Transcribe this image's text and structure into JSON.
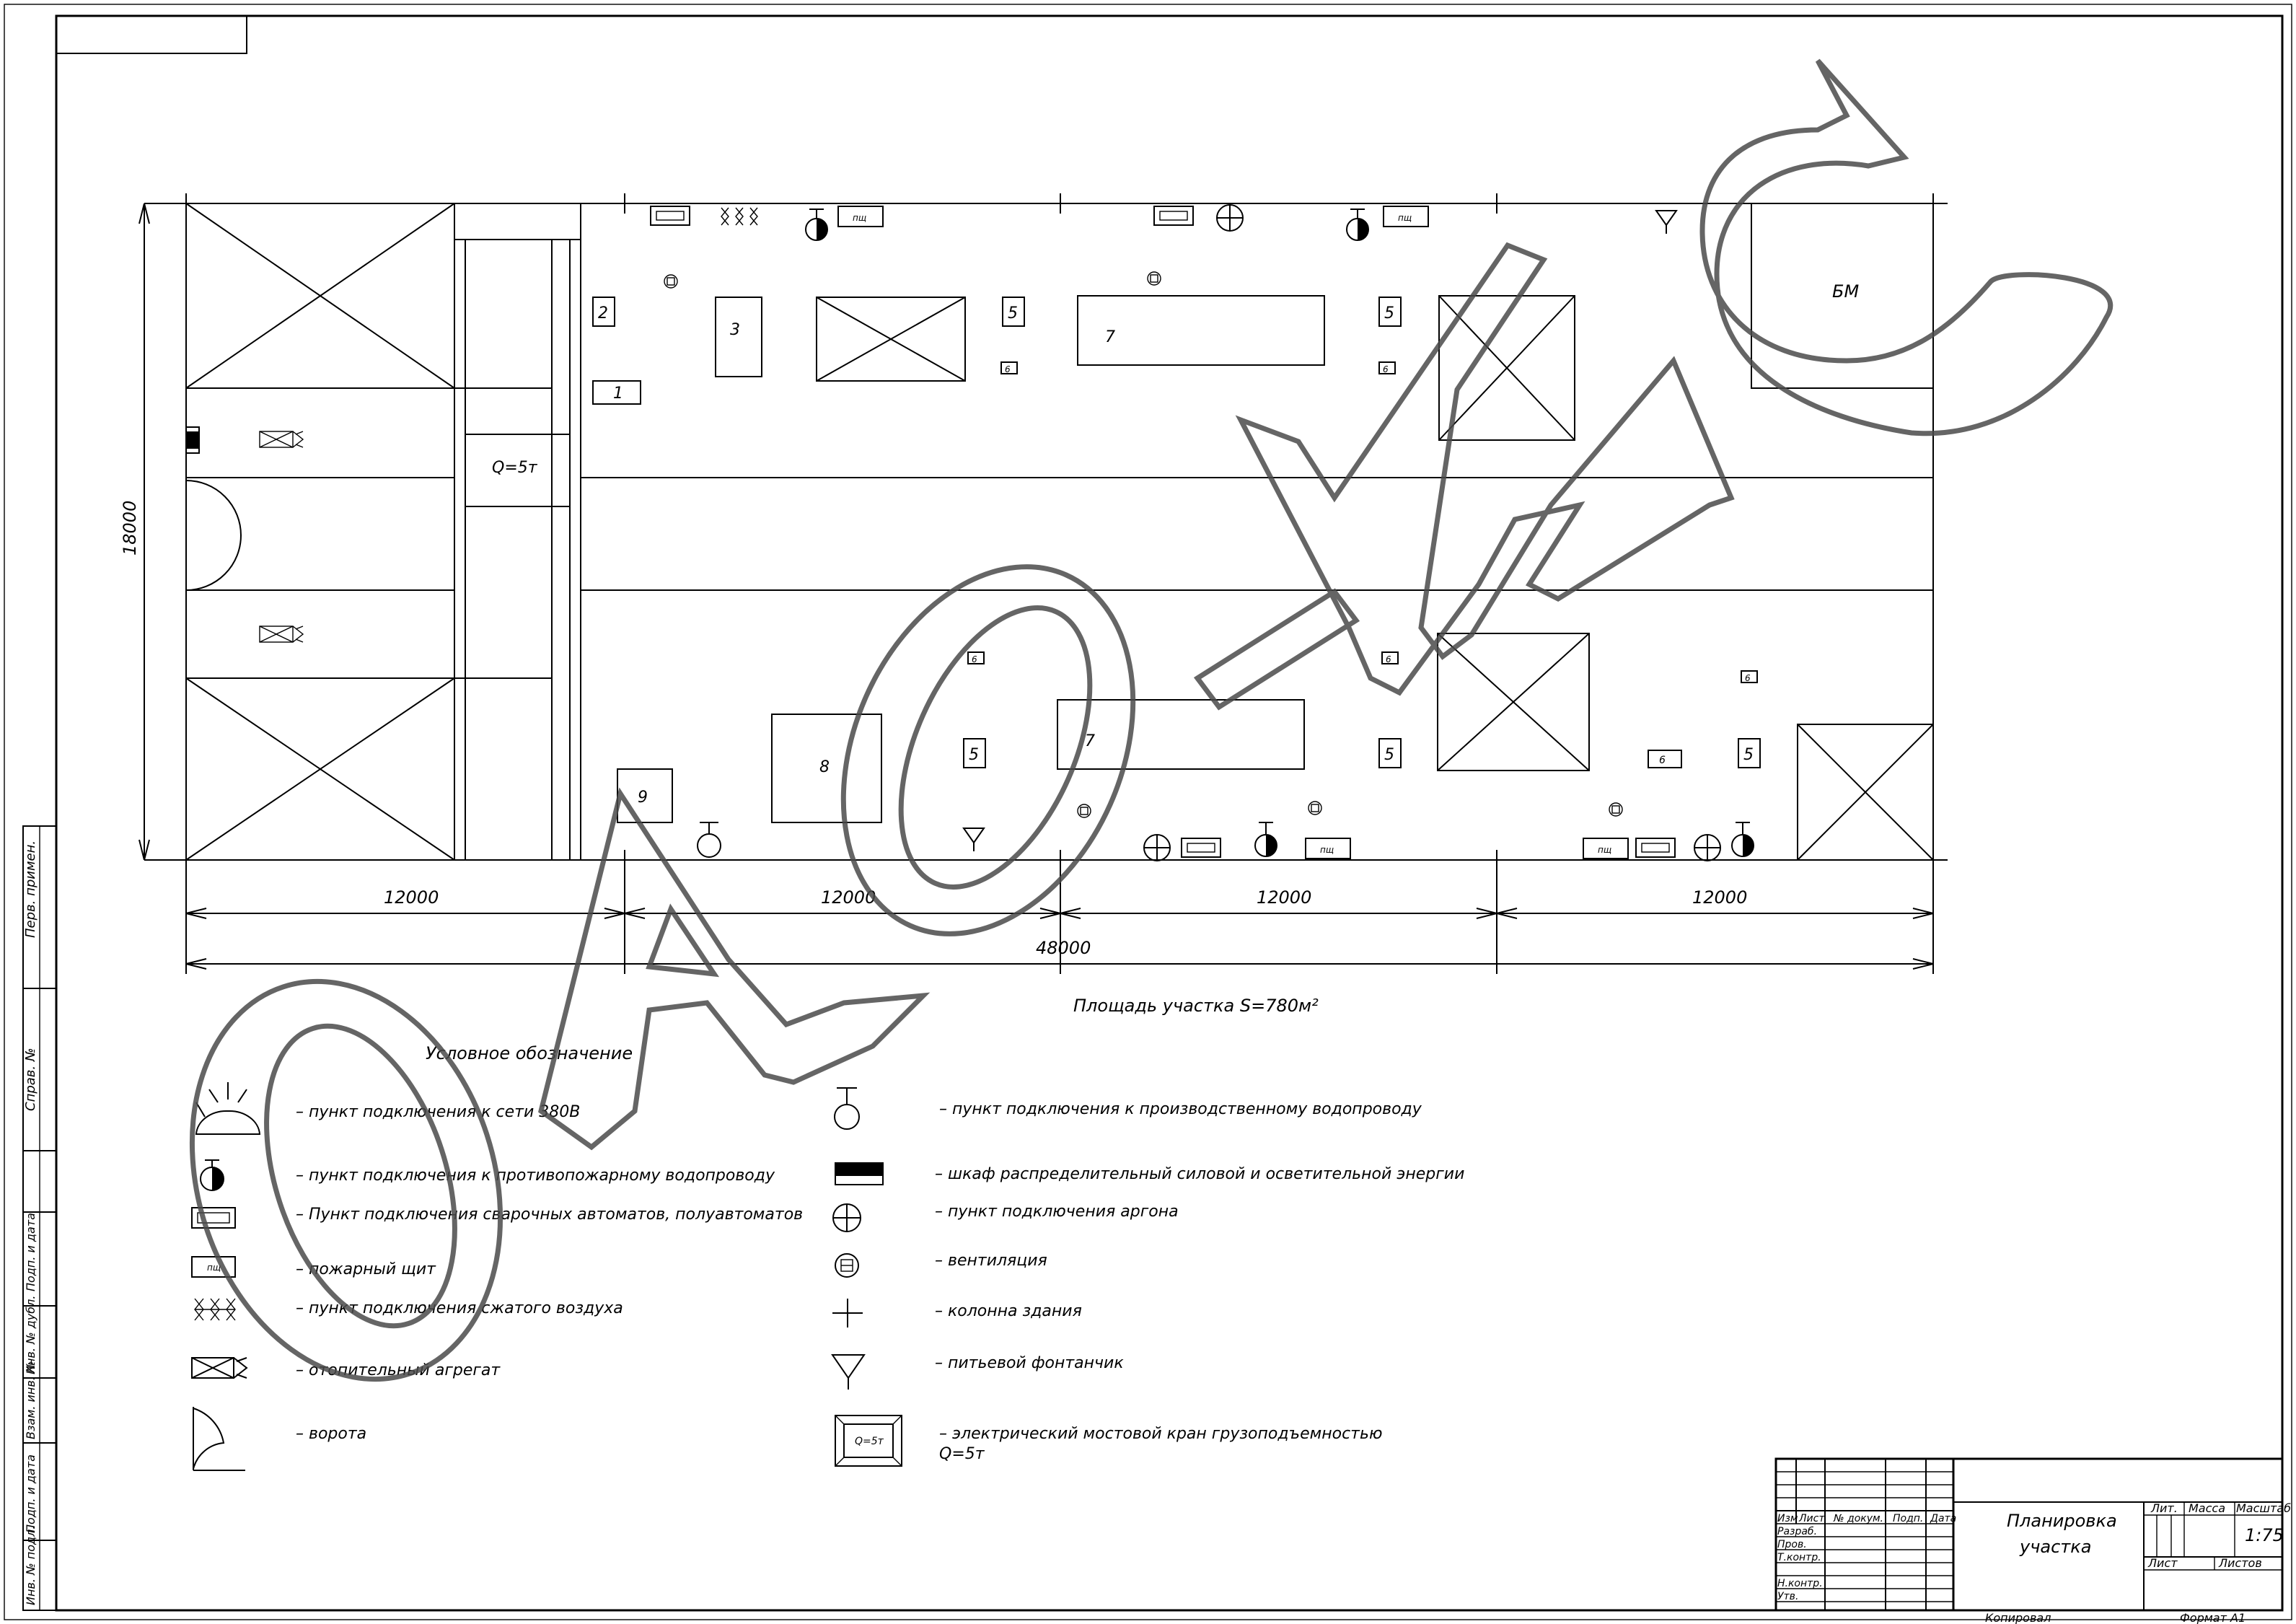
{
  "plan": {
    "height_dim": "18000",
    "span_dims": [
      "12000",
      "12000",
      "12000",
      "12000"
    ],
    "total_dim": "48000",
    "area_label": "Площадь участка S=780м²",
    "crane_label": "Q=5т",
    "room_label": "БМ",
    "equipment": [
      {
        "n": "1"
      },
      {
        "n": "2"
      },
      {
        "n": "3"
      },
      {
        "n": "5"
      },
      {
        "n": "5"
      },
      {
        "n": "5"
      },
      {
        "n": "5"
      },
      {
        "n": "5"
      },
      {
        "n": "6"
      },
      {
        "n": "6"
      },
      {
        "n": "6"
      },
      {
        "n": "6"
      },
      {
        "n": "6"
      },
      {
        "n": "6"
      },
      {
        "n": "7"
      },
      {
        "n": "7"
      },
      {
        "n": "8"
      },
      {
        "n": "9"
      }
    ],
    "fire_panel_label": "пщ"
  },
  "legend": {
    "title": "Условное обозначение",
    "left": [
      {
        "icon": "power-380v-icon",
        "text": "–   пункт подключения к сети 380В"
      },
      {
        "icon": "fire-water-icon",
        "text": "– пункт подключения к противопожарному водопроводу"
      },
      {
        "icon": "welding-point-icon",
        "text": "– Пункт подключения сварочных автоматов, полуавтоматов"
      },
      {
        "icon": "fire-panel-icon",
        "text": "– пожарный щит"
      },
      {
        "icon": "compressed-air-icon",
        "text": "– пункт подключения сжатого воздуха"
      },
      {
        "icon": "heater-unit-icon",
        "text": "–   отопительный агрегат"
      },
      {
        "icon": "gate-icon",
        "text": "–   ворота"
      }
    ],
    "right": [
      {
        "icon": "water-supply-icon",
        "text": "–   пункт подключения к производственному водопроводу"
      },
      {
        "icon": "distribution-cabinet-icon",
        "text": "–   шкаф распределительный силовой и осветительной энергии"
      },
      {
        "icon": "argon-point-icon",
        "text": "–   пункт подключения аргона"
      },
      {
        "icon": "ventilation-icon",
        "text": "–   вентиляция"
      },
      {
        "icon": "building-column-icon",
        "text": "–   колонна здания"
      },
      {
        "icon": "drinking-fountain-icon",
        "text": "– питьевой фонтанчик"
      },
      {
        "icon": "bridge-crane-icon",
        "text": "– электрический мостовой кран грузоподъемностью",
        "text2": "Q=5т"
      }
    ]
  },
  "title_block": {
    "title_line1": "Планировка",
    "title_line2": "участка",
    "scale": "1:75",
    "head_lit": "Лит.",
    "head_mass": "Масса",
    "head_scale": "Масштаб",
    "sheet": "Лист",
    "sheets": "Листов",
    "rows": [
      "Изм",
      "Лист",
      "№ докум.",
      "Подп.",
      "Дата"
    ],
    "roles": [
      "Разраб.",
      "Пров.",
      "Т.контр.",
      "",
      "Н.контр.",
      "Утв."
    ],
    "copied": "Копировал",
    "format": "Формат   А1"
  },
  "side_stamps": [
    "Перв. примен.",
    "Справ. №",
    "Подп. и дата",
    "Инв. № дубл.",
    "Взам. инв. №",
    "Подп. и дата",
    "Инв. № подл."
  ],
  "watermark": "ОАО-ИМС"
}
